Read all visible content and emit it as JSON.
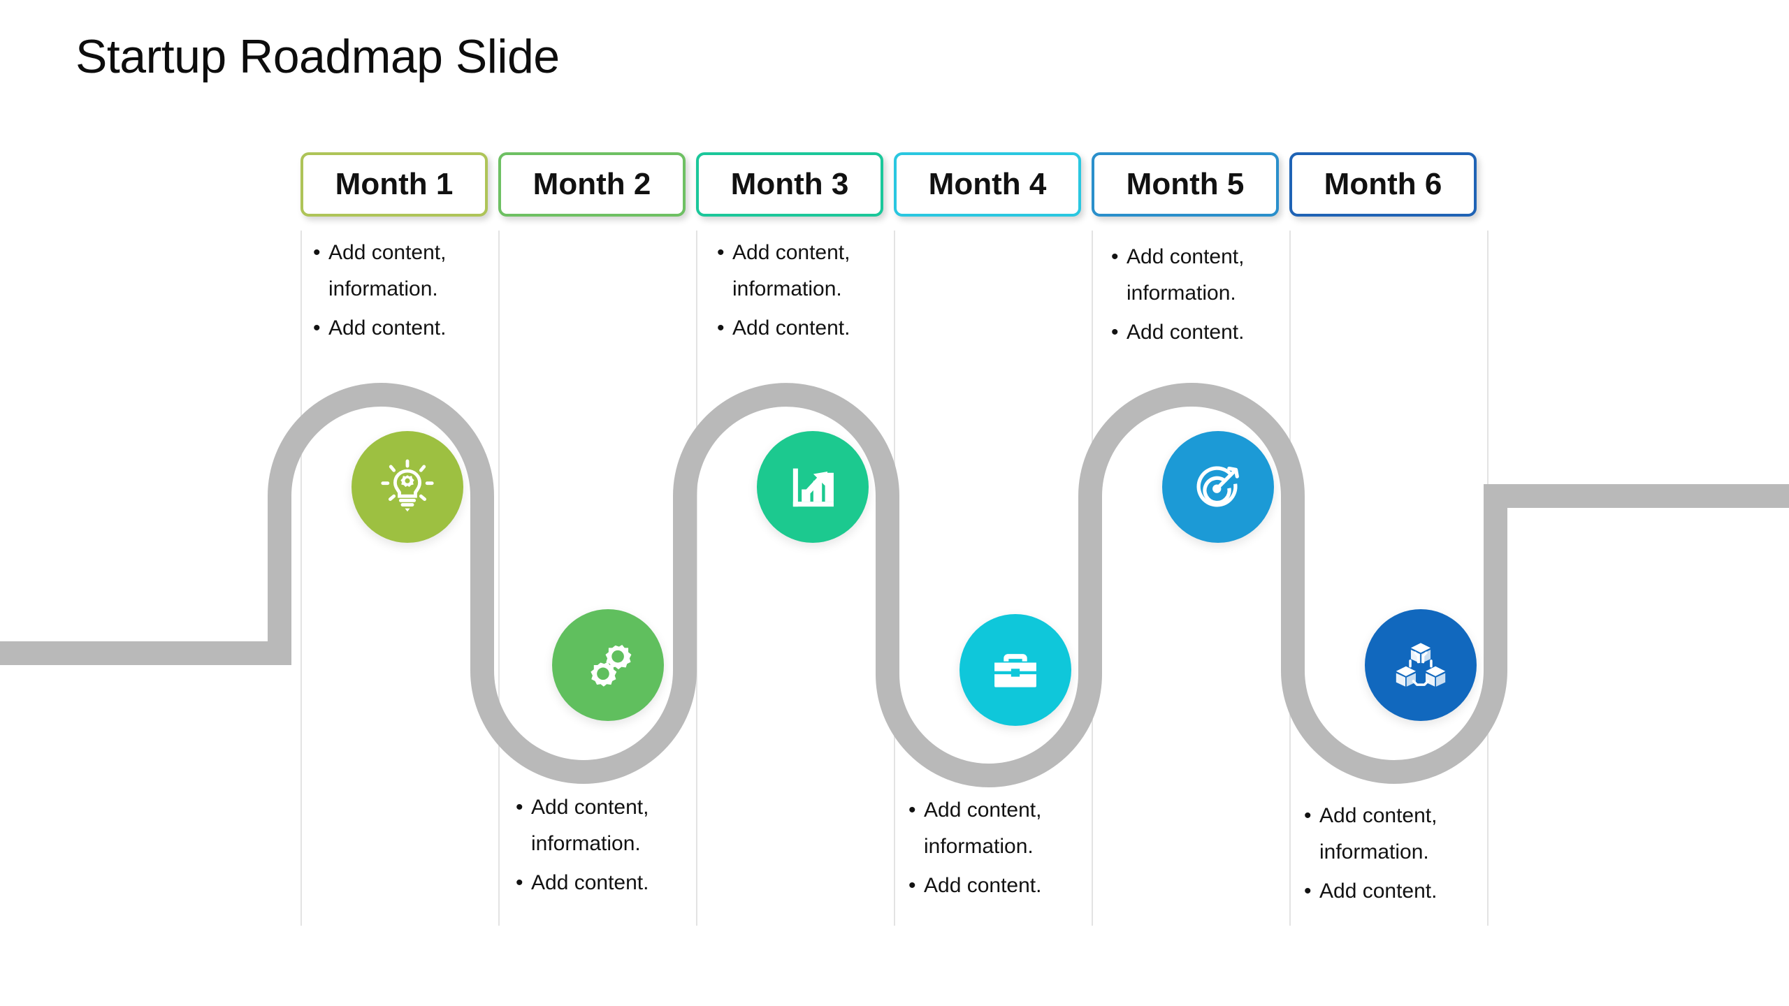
{
  "slide": {
    "title": "Startup Roadmap Slide",
    "background_color": "#ffffff",
    "road_color": "#b9b9b9",
    "divider_color": "#e3e3e3"
  },
  "bullet_marker": "•",
  "columns": [
    {
      "id": "month-1",
      "header": "Month 1",
      "border_color": "#aec458",
      "accent_color": "#9dc041",
      "icon": "lightbulb-gear-icon",
      "bullets_position": "top",
      "bullets": [
        "Add content, information.",
        "Add content."
      ]
    },
    {
      "id": "month-2",
      "header": "Month 2",
      "border_color": "#6ec063",
      "accent_color": "#60bf5e",
      "icon": "gears-icon",
      "bullets_position": "bottom",
      "bullets": [
        "Add content, information.",
        "Add content."
      ]
    },
    {
      "id": "month-3",
      "header": "Month 3",
      "border_color": "#1bc79a",
      "accent_color": "#1cc98f",
      "icon": "growth-chart-icon",
      "bullets_position": "top",
      "bullets": [
        "Add content, information.",
        "Add content."
      ]
    },
    {
      "id": "month-4",
      "header": "Month 4",
      "border_color": "#2ac7e0",
      "accent_color": "#0fc7da",
      "icon": "briefcase-icon",
      "bullets_position": "bottom",
      "bullets": [
        "Add content, information.",
        "Add content."
      ]
    },
    {
      "id": "month-5",
      "header": "Month 5",
      "border_color": "#2a8fcb",
      "accent_color": "#1c9ad6",
      "icon": "target-arrow-icon",
      "bullets_position": "top",
      "bullets": [
        "Add content, information.",
        "Add content."
      ]
    },
    {
      "id": "month-6",
      "header": "Month 6",
      "border_color": "#1f63b5",
      "accent_color": "#1168be",
      "icon": "blockchain-cubes-icon",
      "bullets_position": "bottom",
      "bullets": [
        "Add content, information.",
        "Add content."
      ]
    }
  ]
}
